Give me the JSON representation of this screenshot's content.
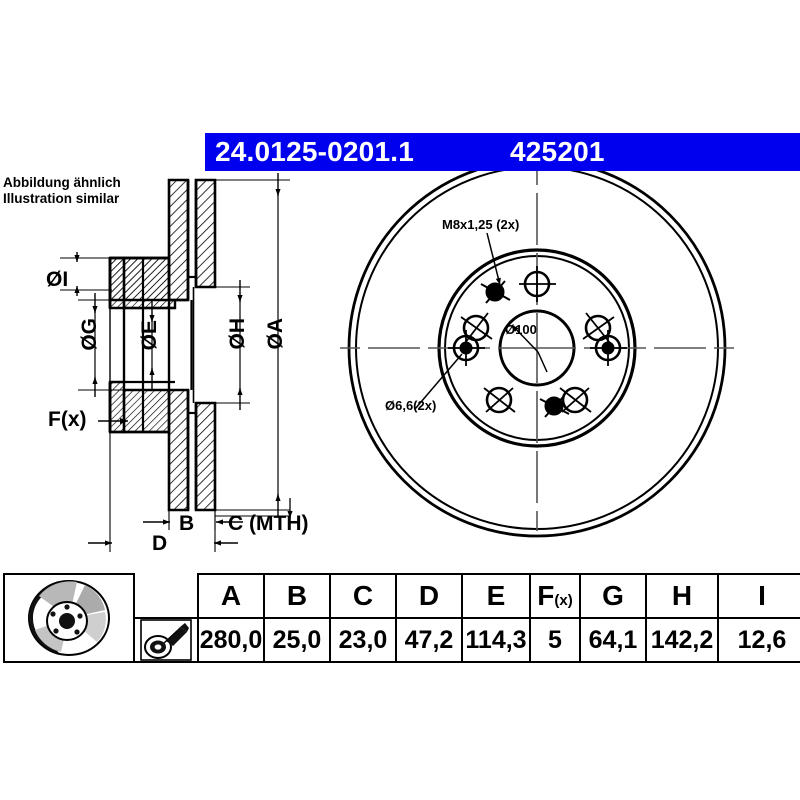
{
  "header": {
    "article_number": "24.0125-0201.1",
    "product_code": "425201",
    "bar_color": "#0000ee"
  },
  "caption": {
    "line_de": "Abbildung ähnlich",
    "line_en": "Illustration similar"
  },
  "section_view": {
    "dimension_labels": {
      "I": "ØI",
      "G": "ØG",
      "E": "ØE",
      "H": "ØH",
      "A": "ØA",
      "F": "F(x)",
      "B": "B",
      "C": "C (MTH)",
      "D": "D"
    }
  },
  "face_view": {
    "callouts": {
      "thread": "M8x1,25 (2x)",
      "center_bore": "Ø100",
      "small_hole": "Ø6,6(2x)"
    }
  },
  "spec_table": {
    "icons": {
      "disc": "brake-disc-icon",
      "caliper": "caliper-measure-icon"
    },
    "headers": [
      "A",
      "B",
      "C",
      "D",
      "E",
      "F",
      "G",
      "H",
      "I"
    ],
    "header_f_main": "F",
    "header_f_sub": "(x)",
    "values": [
      "280,0",
      "25,0",
      "23,0",
      "47,2",
      "114,3",
      "5",
      "64,1",
      "142,2",
      "12,6"
    ]
  }
}
